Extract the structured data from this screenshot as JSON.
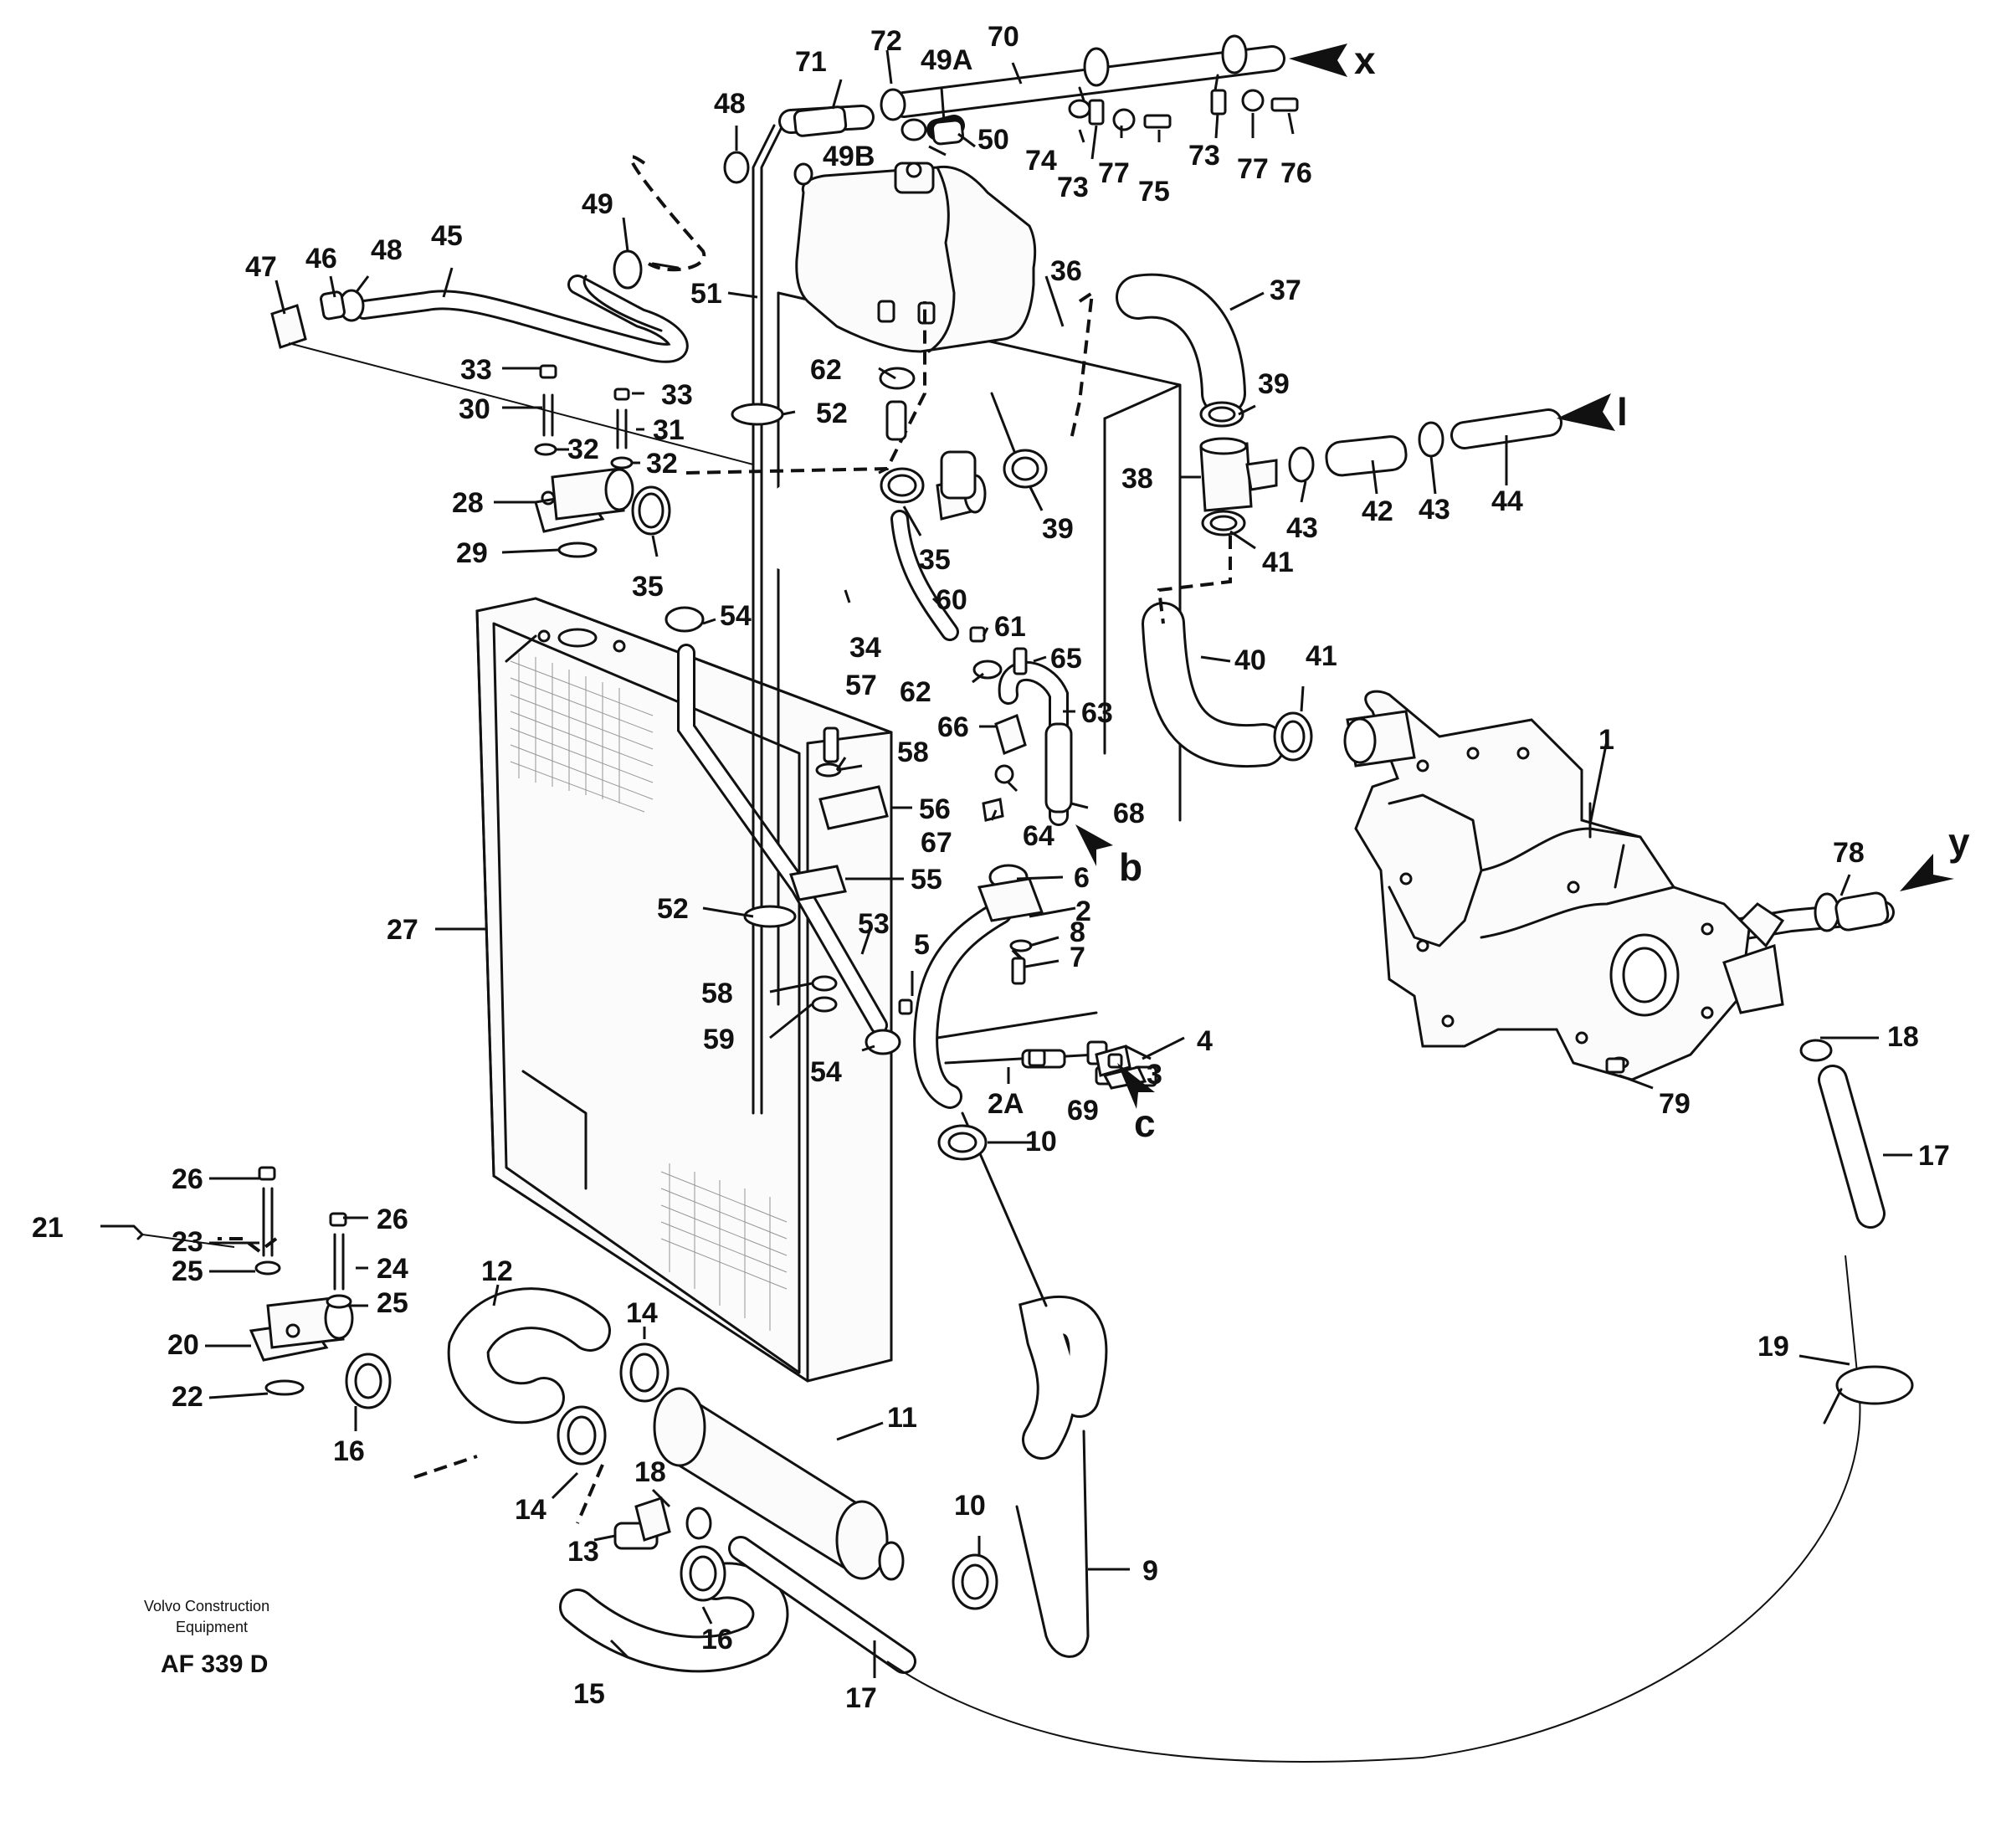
{
  "labels": {
    "p1": "1",
    "p2": "2",
    "p2A": "2A",
    "p3": "3",
    "p4": "4",
    "p5": "5",
    "p6": "6",
    "p7": "7",
    "p8": "8",
    "p9": "9",
    "p10a": "10",
    "p10b": "10",
    "p11": "11",
    "p12": "12",
    "p13": "13",
    "p14a": "14",
    "p14b": "14",
    "p15": "15",
    "p16a": "16",
    "p16b": "16",
    "p17a": "17",
    "p17b": "17",
    "p18a": "18",
    "p18b": "18",
    "p19": "19",
    "p20": "20",
    "p21": "21",
    "p22": "22",
    "p23": "23",
    "p24": "24",
    "p25a": "25",
    "p25b": "25",
    "p26a": "26",
    "p26b": "26",
    "p27": "27",
    "p28": "28",
    "p29": "29",
    "p30": "30",
    "p31": "31",
    "p32a": "32",
    "p32b": "32",
    "p33a": "33",
    "p33b": "33",
    "p34": "34",
    "p35a": "35",
    "p35b": "35",
    "p36": "36",
    "p37": "37",
    "p38": "38",
    "p39a": "39",
    "p39b": "39",
    "p40": "40",
    "p41a": "41",
    "p41b": "41",
    "p42": "42",
    "p43a": "43",
    "p43b": "43",
    "p44": "44",
    "p45": "45",
    "p46": "46",
    "p47": "47",
    "p48a": "48",
    "p48b": "48",
    "p49": "49",
    "p49A": "49A",
    "p49B": "49B",
    "p50": "50",
    "p51": "51",
    "p52a": "52",
    "p52b": "52",
    "p53": "53",
    "p54a": "54",
    "p54b": "54",
    "p55": "55",
    "p56": "56",
    "p57": "57",
    "p58a": "58",
    "p58b": "58",
    "p59": "59",
    "p60": "60",
    "p61": "61",
    "p62a": "62",
    "p62b": "62",
    "p63": "63",
    "p64": "64",
    "p65": "65",
    "p66": "66",
    "p67": "67",
    "p68": "68",
    "p69": "69",
    "p70": "70",
    "p71": "71",
    "p72": "72",
    "p73a": "73",
    "p73b": "73",
    "p74": "74",
    "p75": "75",
    "p76": "76",
    "p77a": "77",
    "p77b": "77",
    "p78": "78",
    "p79": "79"
  },
  "connections": {
    "x": "x",
    "l": "l",
    "y": "y",
    "b": "b",
    "c": "c"
  },
  "footer": {
    "company_line1": "Volvo Construction",
    "company_line2": "Equipment",
    "code": "AF 339 D"
  }
}
